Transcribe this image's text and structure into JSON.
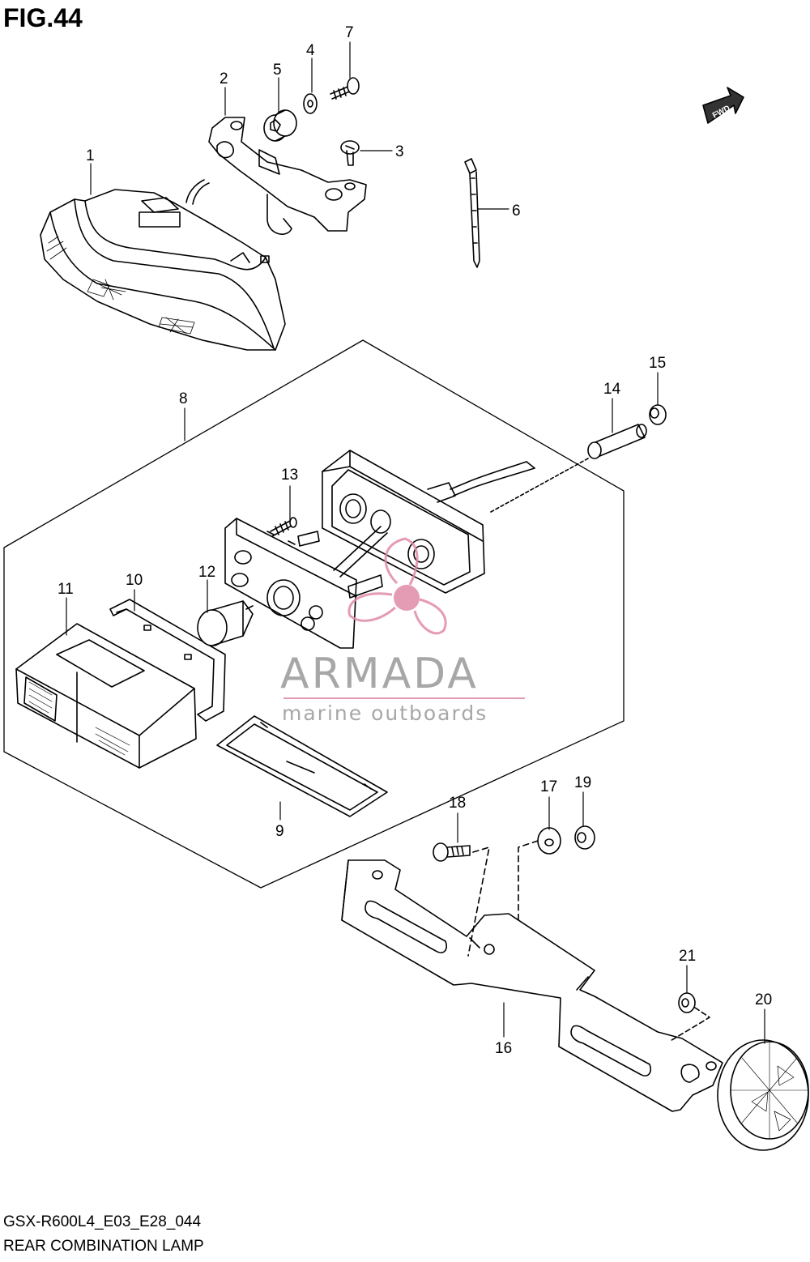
{
  "figure": {
    "title": "FIG.44",
    "code": "GSX-R600L4_E03_E28_044",
    "name": "REAR COMBINATION LAMP"
  },
  "direction_badge": "FWD",
  "watermark": {
    "brand": "ARMADA",
    "tagline": "marine outboards",
    "color": "#e08aa8"
  },
  "callouts": {
    "c1": "1",
    "c2": "2",
    "c3": "3",
    "c4": "4",
    "c5": "5",
    "c6": "6",
    "c7": "7",
    "c8": "8",
    "c9": "9",
    "c10": "10",
    "c11": "11",
    "c12": "12",
    "c13": "13",
    "c14": "14",
    "c15": "15",
    "c16": "16",
    "c17": "17",
    "c18": "18",
    "c19": "19",
    "c20": "20",
    "c21": "21"
  }
}
